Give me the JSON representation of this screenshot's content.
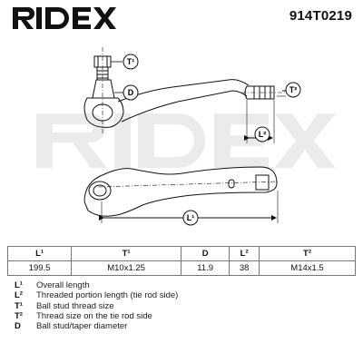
{
  "brand": "RIDEX",
  "part_number": "914T0219",
  "callouts": {
    "t1": "T¹",
    "d": "D",
    "t2": "T²",
    "l2": "L²",
    "l1": "L¹"
  },
  "table": {
    "headers": [
      "L¹",
      "T¹",
      "D",
      "L²",
      "T²"
    ],
    "values": [
      "199.5",
      "M10x1.25",
      "11.9",
      "38",
      "M14x1.5"
    ]
  },
  "legend": [
    {
      "key": "L¹",
      "text": "Overall length"
    },
    {
      "key": "L²",
      "text": "Threaded portion length (tie rod side)"
    },
    {
      "key": "T¹",
      "text": "Ball stud thread size"
    },
    {
      "key": "T²",
      "text": "Thread size on the tie rod side"
    },
    {
      "key": "D",
      "text": "Ball stud/taper diameter"
    }
  ]
}
